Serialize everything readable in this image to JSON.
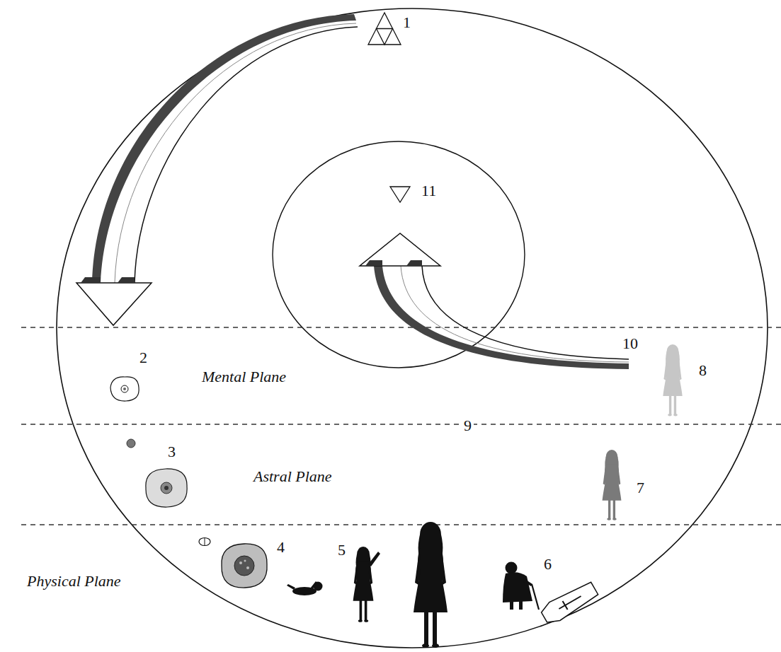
{
  "diagram": {
    "nodes": [
      {
        "text": [
          "Mental Plane"
        ]
      },
      {
        "text": [
          "Astral Plane"
        ]
      },
      {
        "text": [
          "Physical Plane"
        ]
      }
    ],
    "labels": [
      "1",
      "11",
      "10",
      "8",
      "2",
      "9",
      "3",
      "7",
      "4",
      "5",
      "6"
    ]
  }
}
